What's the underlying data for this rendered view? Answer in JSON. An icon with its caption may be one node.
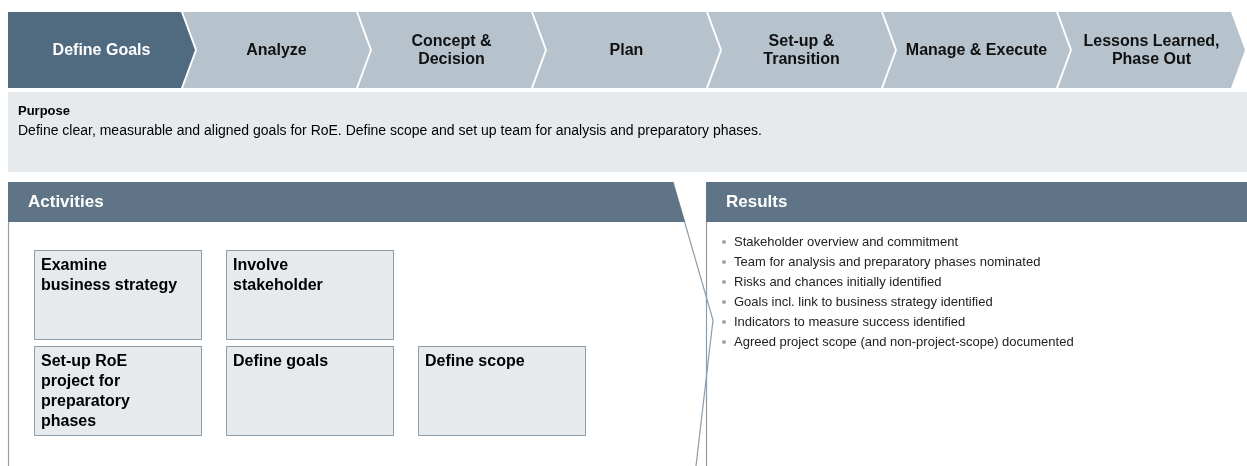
{
  "diagram": {
    "nodes": [
      {
        "text": [
          "Define Goals"
        ]
      },
      {
        "text": [
          "Analyze"
        ]
      },
      {
        "text": [
          "Concept & Decision"
        ]
      },
      {
        "text": [
          "Plan"
        ]
      },
      {
        "text": [
          "Set-up & Transition"
        ]
      },
      {
        "text": [
          "Manage & Execute"
        ]
      },
      {
        "text": [
          "Lessons Learned, Phase Out"
        ]
      },
      {
        "text": [
          "Purpose",
          "Define clear, measurable and aligned goals for RoE. Define scope and set up team for analysis and preparatory phases."
        ]
      },
      {
        "text": [
          "Activities"
        ]
      },
      {
        "text": [
          "Examine business strategy"
        ],
        "in": 8
      },
      {
        "text": [
          "Involve stakeholder"
        ],
        "in": 8
      },
      {
        "text": [
          "Set-up RoE project for preparatory phases"
        ],
        "in": 8
      },
      {
        "text": [
          "Define goals"
        ],
        "in": 8
      },
      {
        "text": [
          "Define scope"
        ],
        "in": 8
      },
      {
        "text": [
          "Results",
          "Stakeholder overview and commitment",
          "Team for analysis and preparatory phases nominated",
          "Risks and chances initially identified",
          "Goals incl. link to business strategy identified",
          "Indicators to measure success identified",
          "Agreed project scope (and non-project-scope) documented"
        ]
      }
    ],
    "edges": []
  }
}
